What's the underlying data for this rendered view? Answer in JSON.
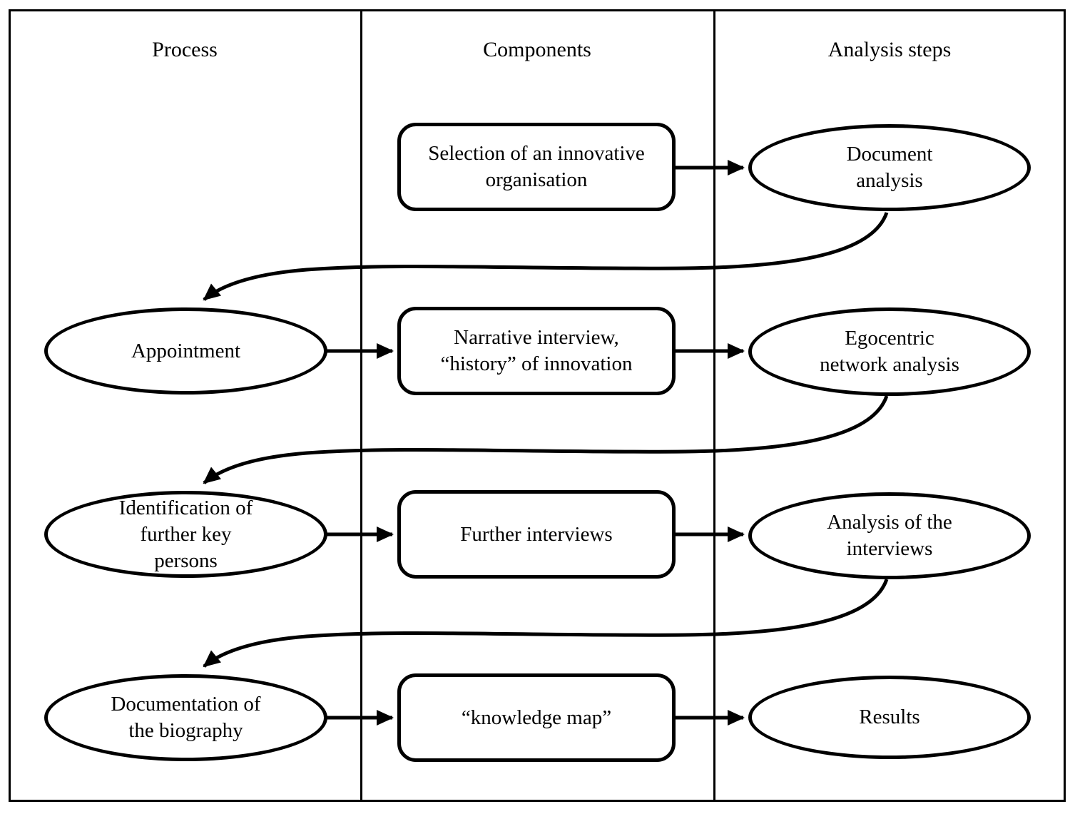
{
  "columns": [
    {
      "label": "Process"
    },
    {
      "label": "Components"
    },
    {
      "label": "Analysis steps"
    }
  ],
  "nodes": {
    "selection": {
      "label": "Selection of an innovative\norganisation",
      "shape": "rounded-rect",
      "column": "Components"
    },
    "document_analysis": {
      "label": "Document\nanalysis",
      "shape": "ellipse",
      "column": "Analysis steps"
    },
    "appointment": {
      "label": "Appointment",
      "shape": "ellipse",
      "column": "Process"
    },
    "narrative_interview": {
      "label": "Narrative interview,\n“history” of innovation",
      "shape": "rounded-rect",
      "column": "Components"
    },
    "egocentric": {
      "label": "Egocentric\nnetwork analysis",
      "shape": "ellipse",
      "column": "Analysis steps"
    },
    "identification": {
      "label": "Identification of\nfurther key\npersons",
      "shape": "ellipse",
      "column": "Process"
    },
    "further_interviews": {
      "label": "Further interviews",
      "shape": "rounded-rect",
      "column": "Components"
    },
    "analysis_interviews": {
      "label": "Analysis of the\ninterviews",
      "shape": "ellipse",
      "column": "Analysis steps"
    },
    "documentation": {
      "label": "Documentation of\nthe biography",
      "shape": "ellipse",
      "column": "Process"
    },
    "knowledge_map": {
      "label": "“knowledge map”",
      "shape": "rounded-rect",
      "column": "Components"
    },
    "results": {
      "label": "Results",
      "shape": "ellipse",
      "column": "Analysis steps"
    }
  },
  "connections": [
    {
      "from": "selection",
      "to": "document_analysis",
      "style": "straight"
    },
    {
      "from": "document_analysis",
      "to": "appointment",
      "style": "curved"
    },
    {
      "from": "appointment",
      "to": "narrative_interview",
      "style": "straight"
    },
    {
      "from": "narrative_interview",
      "to": "egocentric",
      "style": "straight"
    },
    {
      "from": "egocentric",
      "to": "identification",
      "style": "curved"
    },
    {
      "from": "identification",
      "to": "further_interviews",
      "style": "straight"
    },
    {
      "from": "further_interviews",
      "to": "analysis_interviews",
      "style": "straight"
    },
    {
      "from": "analysis_interviews",
      "to": "documentation",
      "style": "curved"
    },
    {
      "from": "documentation",
      "to": "knowledge_map",
      "style": "straight"
    },
    {
      "from": "knowledge_map",
      "to": "results",
      "style": "straight"
    }
  ],
  "colors": {
    "stroke": "#000000",
    "background": "#ffffff"
  }
}
